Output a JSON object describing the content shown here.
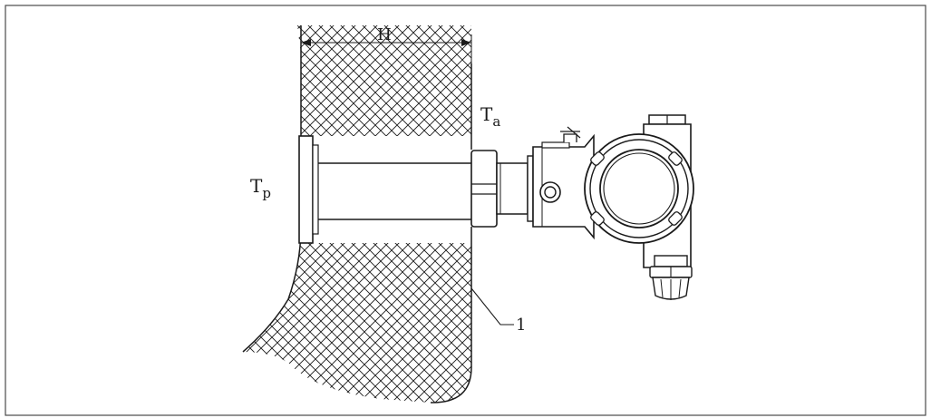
{
  "labels": {
    "height": "H",
    "ambient_temp_main": "T",
    "ambient_temp_sub": "a",
    "process_temp_main": "T",
    "process_temp_sub": "p",
    "callout_1": "1"
  },
  "colors": {
    "line": "#1a1a1a",
    "frame": "#4a4a4a",
    "background": "#ffffff"
  }
}
